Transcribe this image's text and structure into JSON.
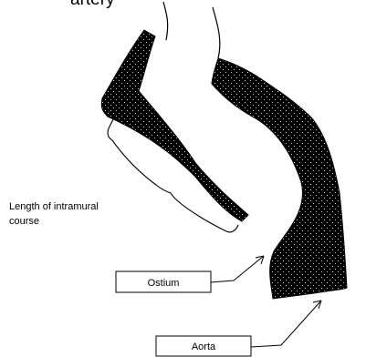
{
  "title_fragment": "artery",
  "labels": {
    "length_line1": "Length of intramural",
    "length_line2": "course",
    "ostium": "Ostium",
    "aorta": "Aorta"
  },
  "colors": {
    "wall_fill": "#000000",
    "stipple": "#ffffff",
    "line": "#000000",
    "background": "#ffffff"
  }
}
